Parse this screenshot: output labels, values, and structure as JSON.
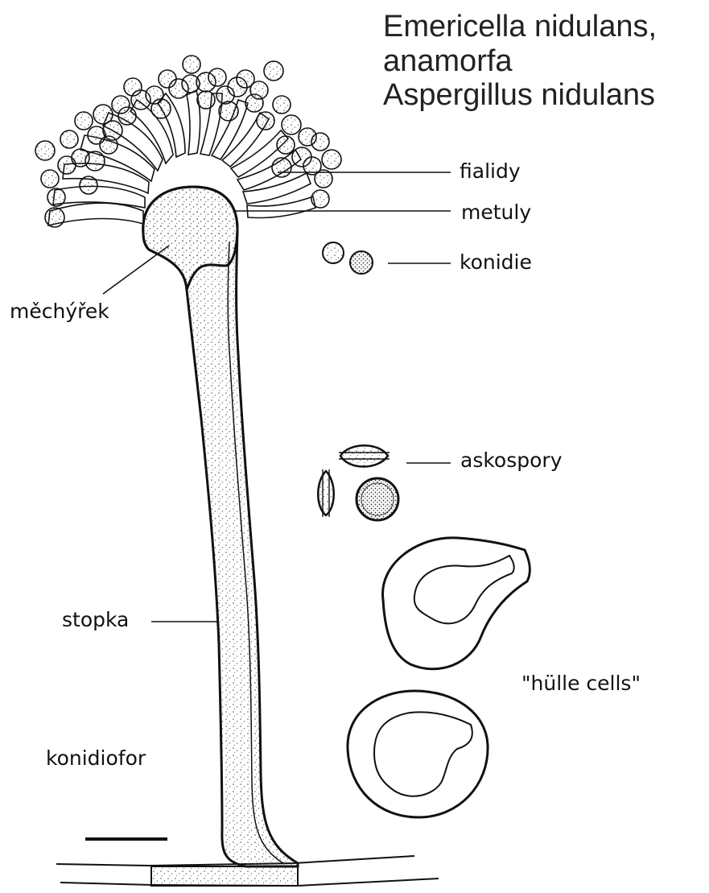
{
  "title": {
    "line1": "Emericella nidulans,",
    "line2": "anamorfa",
    "line3": "Aspergillus nidulans"
  },
  "labels": {
    "fialidy": "fialidy",
    "metuly": "metuly",
    "konidie": "konidie",
    "mechyrek": "měchýřek",
    "askospory": "askospory",
    "stopka": "stopka",
    "hulle": "\"hülle cells\"",
    "konidiofor": "konidiofor"
  },
  "colors": {
    "ink": "#111111",
    "stipple": "#666666",
    "paper": "#ffffff"
  }
}
